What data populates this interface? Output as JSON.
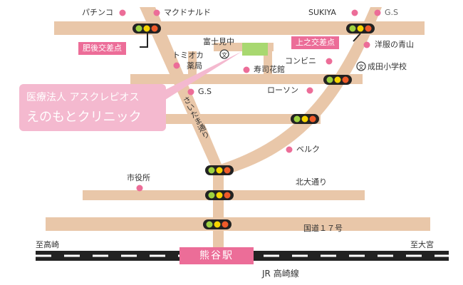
{
  "callout": {
    "line1": "医療法人 アスクレピオス",
    "line2": "えのもとクリニック"
  },
  "intersections": {
    "higo": "肥後交差点",
    "kaminoe": "上之交差点"
  },
  "places": {
    "pachinko": "パチンコ",
    "mcdonalds": "マクドナルド",
    "sukiya": "SUKIYA",
    "gs_top": "G.S",
    "fujimi_jh": "富士見中",
    "tomioka": "トミオカ",
    "pharmacy": "薬局",
    "sushi": "寿司花館",
    "convenience": "コンビニ",
    "clothes": "洋服の青山",
    "narita_es": "成田小学校",
    "gs_mid": "G.S",
    "lawson": "ローソン",
    "belk": "ベルク",
    "city_hall": "市役所"
  },
  "roads": {
    "saitama": "さいたま通り",
    "kitaodori": "北大通り",
    "route17": "国道１７号"
  },
  "rail": {
    "station": "熊谷駅",
    "line": "JR 高崎線",
    "to_takasaki": "至高崎",
    "to_omiya": "至大宮"
  },
  "colors": {
    "road": "#e9c7a9",
    "pink": "#ec6d98",
    "callout": "#f4b9cf",
    "clinic": "#a8d870",
    "rail": "#222222"
  }
}
